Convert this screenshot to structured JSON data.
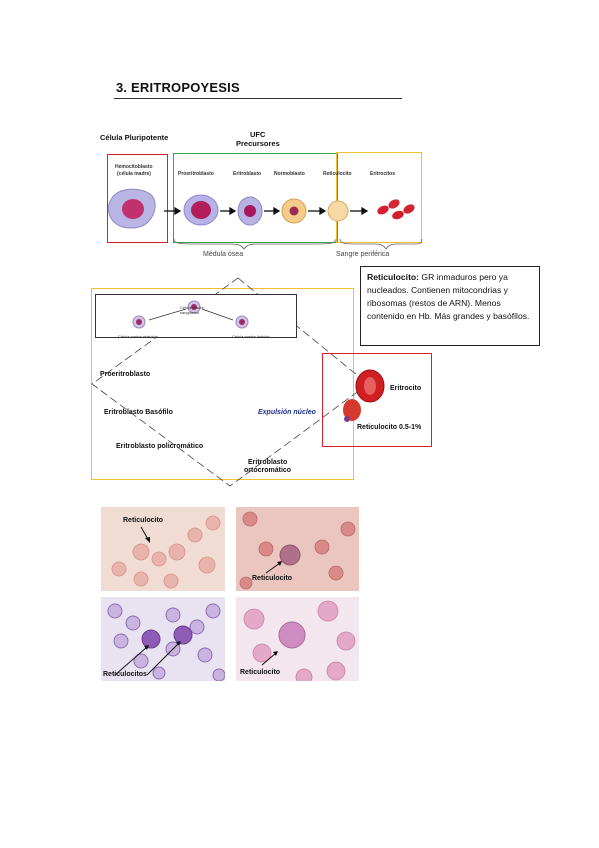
{
  "heading": "3. ERITROPOYESIS",
  "diagram1": {
    "label_pluripotent": "Célula Pluripotente",
    "label_ufc": "UFC",
    "label_precursors": "Precursores",
    "stage_hemocitoblasto": "Hemocitoblasto",
    "stage_hemocitoblasto_sub": "(célula madre)",
    "stage_proeritroblasto": "Proeritroblasto",
    "stage_eritroblasto": "Eritroblasto",
    "stage_normoblasto": "Normoblasto",
    "stage_reticulocito": "Reticulocito",
    "stage_eritrocitos": "Eritrocitos",
    "zone_medula": "Médula ósea",
    "zone_sangre": "Sangre periférica"
  },
  "diagram2": {
    "top_center": "Célula madre sanguínea",
    "top_left": "Célula madre mieloide",
    "top_right": "Célula madre linfoide",
    "proeritroblasto": "Proeritroblasto",
    "basofilo": "Eritroblasto Basófilo",
    "policromatico": "Eritroblasto policromático",
    "ortocromatico_1": "Eritroblasto",
    "ortocromatico_2": "ortocromático",
    "expulsion": "Expulsión núcleo",
    "eritrocito": "Eritrocito",
    "reticulocito": "Reticulocito 0.5-1%"
  },
  "note": {
    "term": "Reticulocito:",
    "text": " GR inmaduros pero ya nucleados. Contienen mitocondrias y ribosomas (restos de ARN). Menos contenido en Hb. Más grandes y basófilos."
  },
  "micrographs": {
    "p1": "Reticulocito",
    "p2": "Reticulocito",
    "p3": "Reticulocitos",
    "p4": "Reticulocito"
  },
  "colors": {
    "red_box": "#d8202a",
    "green_box": "#3aa34a",
    "yellow_box": "#f2c12e"
  }
}
